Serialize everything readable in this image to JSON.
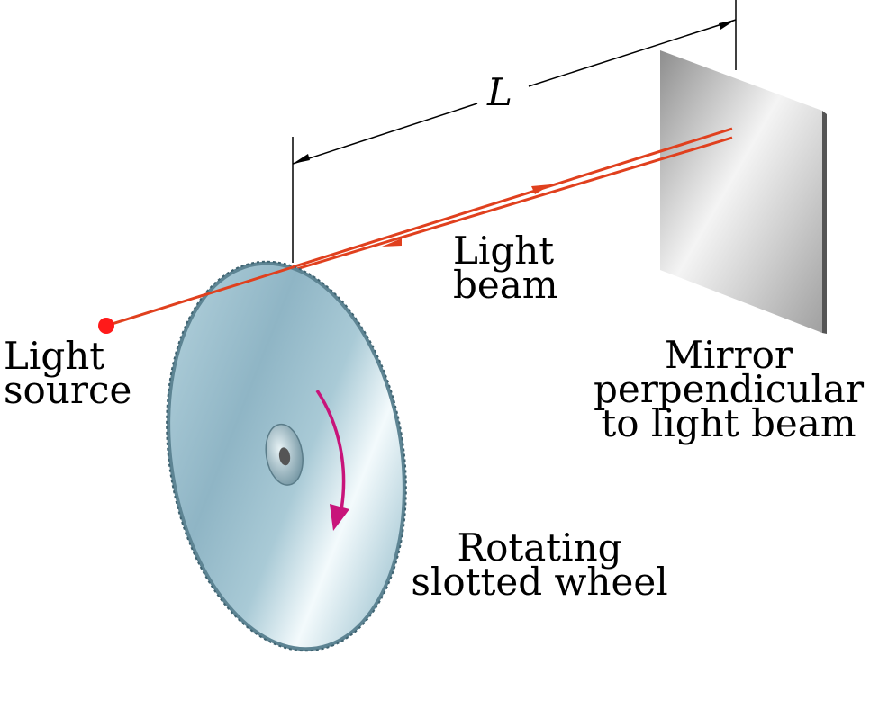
{
  "labels": {
    "distance": "L",
    "light_beam": [
      "Light",
      "beam"
    ],
    "light_source": [
      "Light",
      "source"
    ],
    "mirror": [
      "Mirror",
      "perpendicular",
      "to light beam"
    ],
    "wheel": [
      "Rotating",
      "slotted wheel"
    ]
  },
  "colors": {
    "beam": "#e0401e",
    "source_dot": "#ff1a1a",
    "rotation_arrow": "#c8147a",
    "wheel_light": "#d9ecf2",
    "wheel_mid": "#9ec3d1",
    "wheel_dark": "#6f97a8",
    "mirror_light": "#f2f2f2",
    "mirror_dark": "#9a9a9a"
  },
  "icons": {
    "source": "red-dot-icon",
    "direction": "arrowhead-icon",
    "rotation": "curved-arrow-icon"
  }
}
